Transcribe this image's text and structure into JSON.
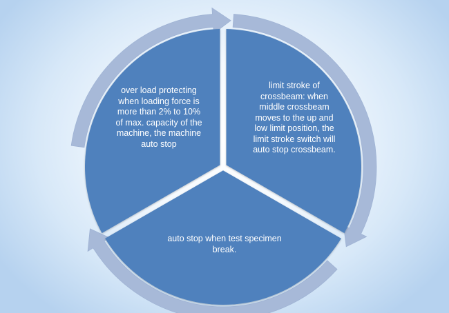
{
  "diagram": {
    "segments": [
      {
        "id": "left",
        "text": "over load protecting\nwhen loading force is\nmore than 2% to 10%\nof max. capacity of the\nmachine, the machine\nauto stop"
      },
      {
        "id": "right",
        "text": "limit stroke of\ncrossbeam: when\nmiddle crossbeam\nmoves to the up and\nlow limit position, the\nlimit stroke switch will\nauto stop crossbeam."
      },
      {
        "id": "bottom",
        "text": "auto stop when test specimen\nbreak."
      }
    ],
    "colors": {
      "segment_fill": "#4f81bd",
      "arrow_ring": "#a7b9d8",
      "background_center": "#ffffff",
      "background_edge": "#b6d2ef",
      "text": "#ffffff"
    }
  }
}
